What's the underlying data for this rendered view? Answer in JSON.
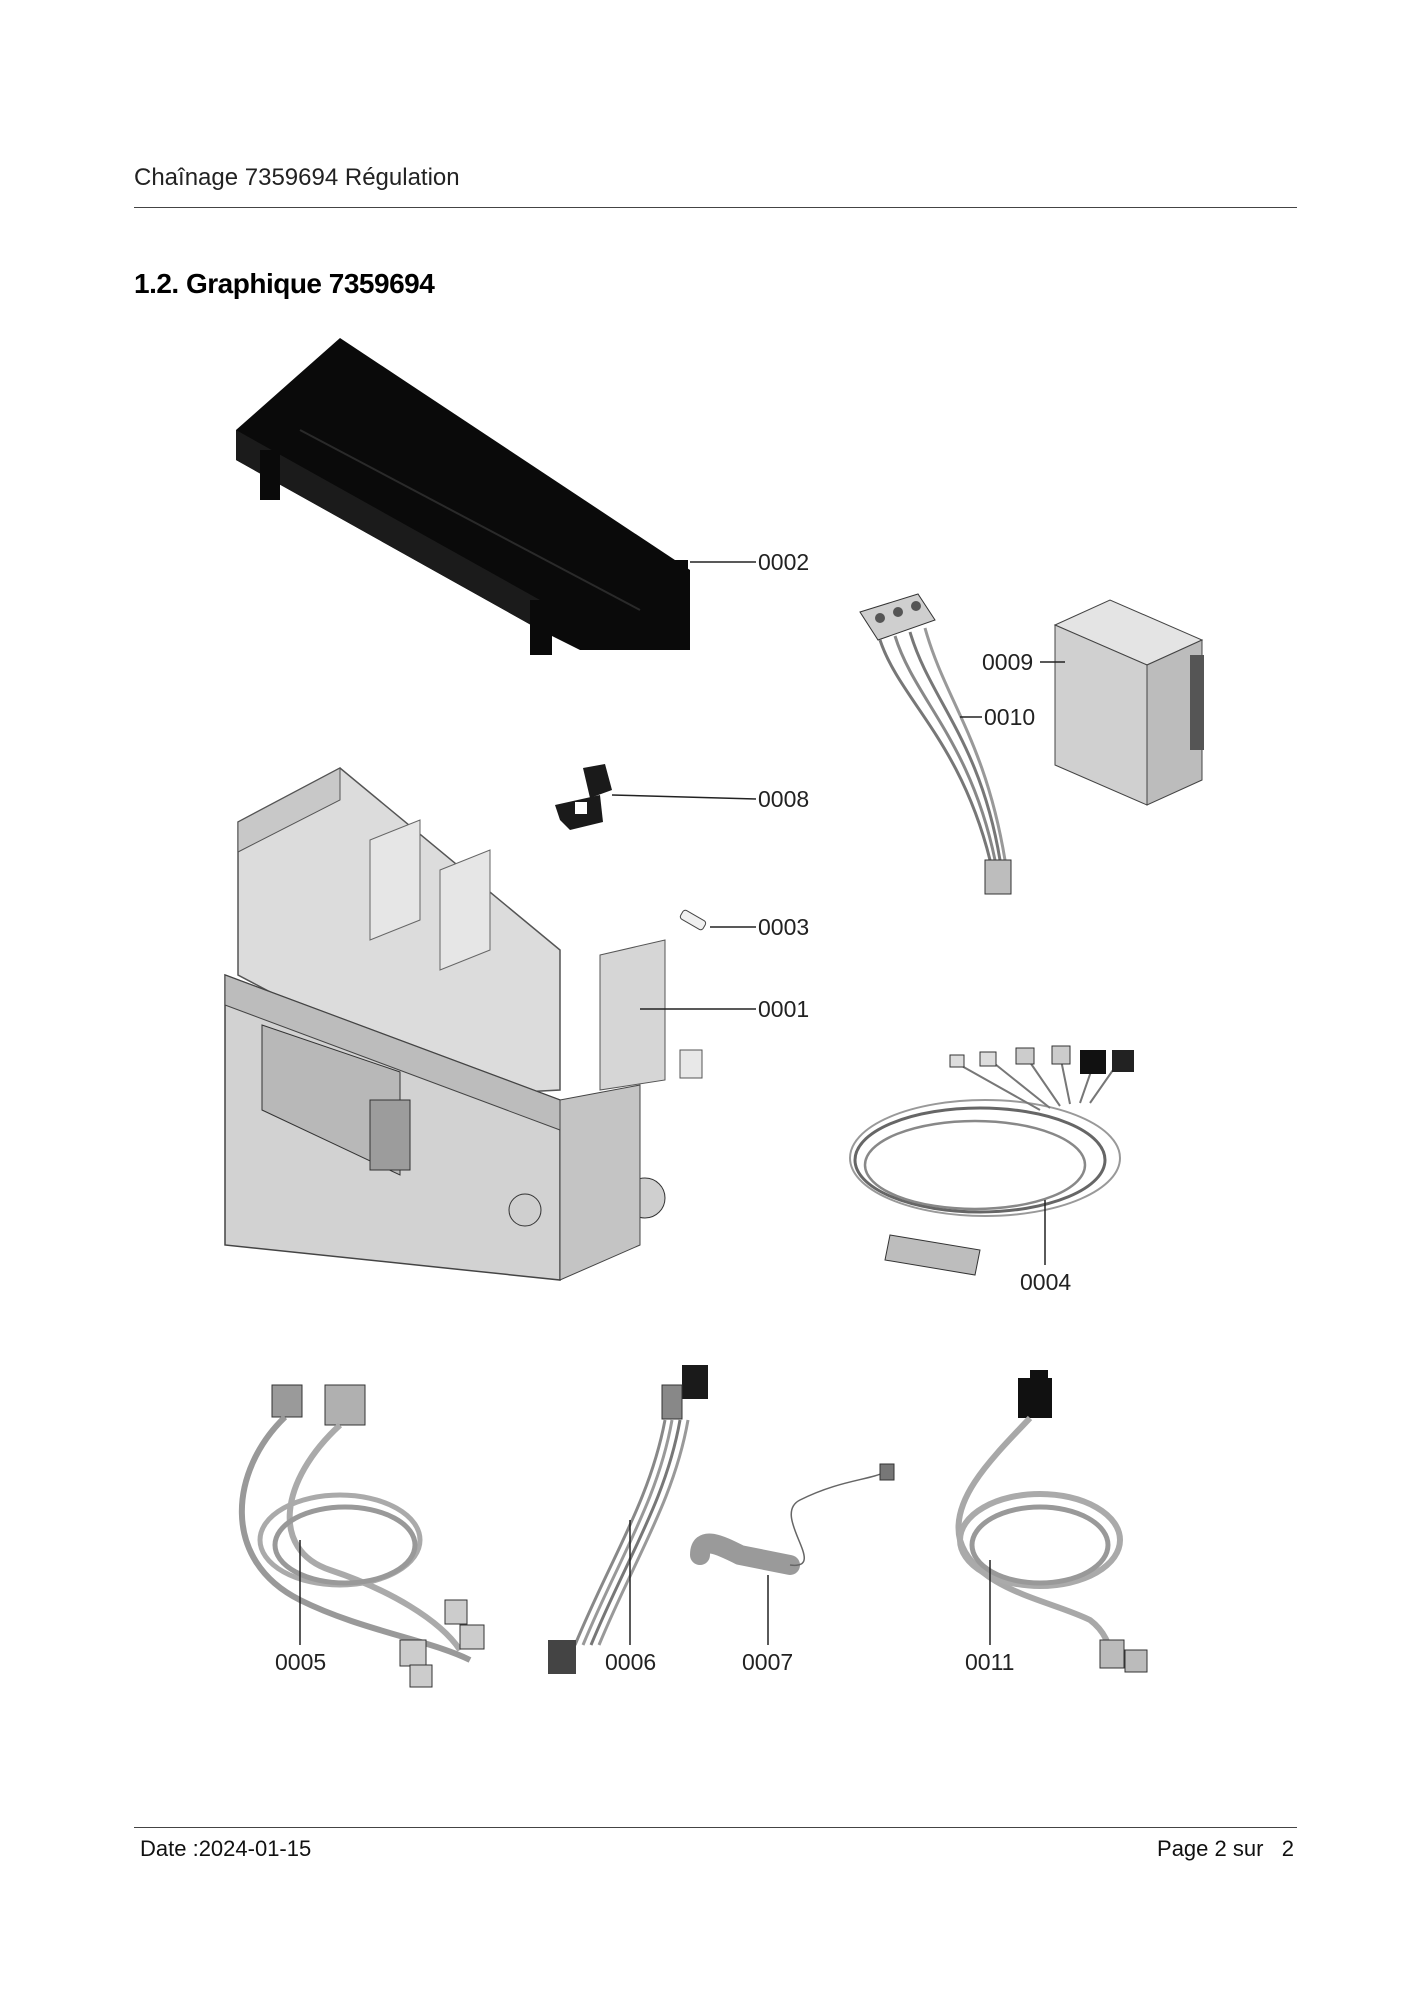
{
  "header": {
    "title": "Chaînage 7359694 Régulation"
  },
  "section": {
    "title": "1.2. Graphique 7359694"
  },
  "callouts": {
    "c0001": "0001",
    "c0002": "0002",
    "c0003": "0003",
    "c0004": "0004",
    "c0005": "0005",
    "c0006": "0006",
    "c0007": "0007",
    "c0008": "0008",
    "c0009": "0009",
    "c0010": "0010",
    "c0011": "0011"
  },
  "footer": {
    "date": "Date :2024-01-15",
    "page": "Page 2 sur   2"
  }
}
